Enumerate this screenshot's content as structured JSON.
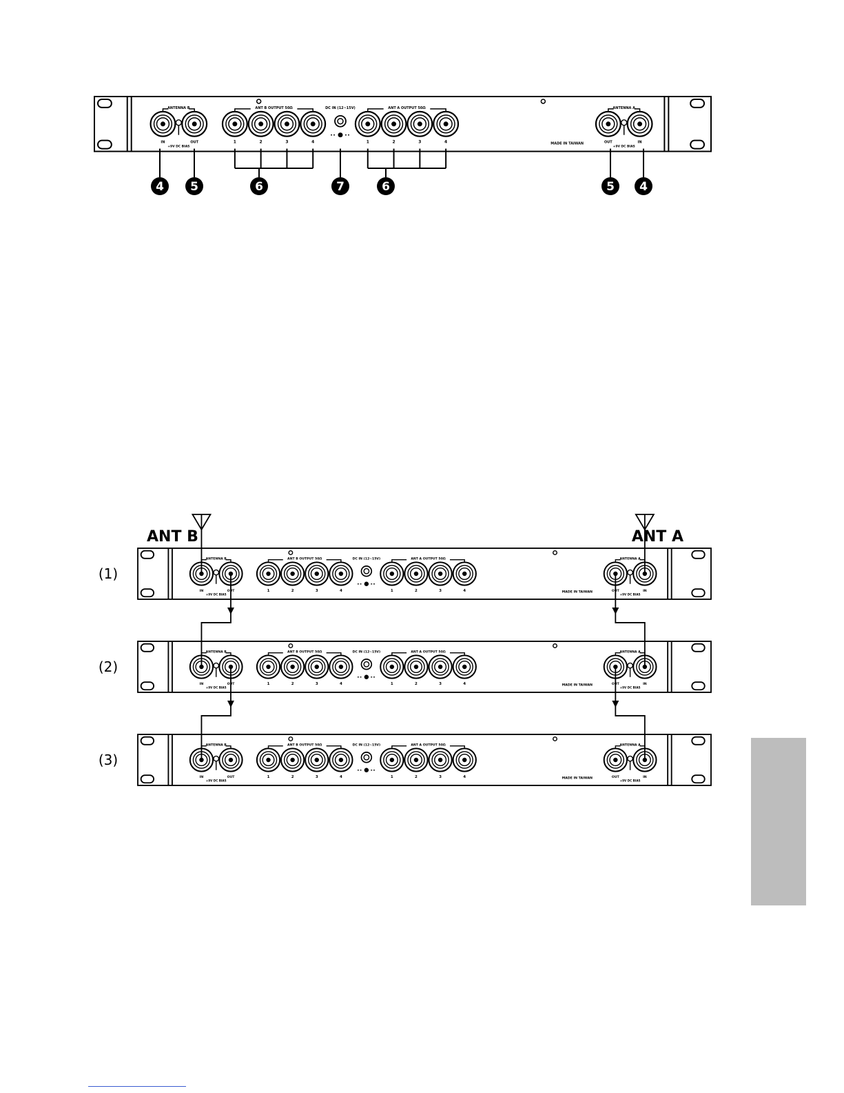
{
  "front_panel": {
    "antenna_b_label": "ANTENNA B",
    "antenna_a_label": "ANTENNA A",
    "ant_b_output_label": "ANT B OUTPUT 50Ω",
    "ant_a_output_label": "ANT A OUTPUT 50Ω",
    "dc_in_label": "DC IN (12~15V)",
    "in_label": "IN",
    "out_label": "OUT",
    "bias_label": "+9V DC BIAS",
    "made_in_label": "MADE IN TAIWAN",
    "port_numbers": [
      "1",
      "2",
      "3",
      "4"
    ]
  },
  "callouts": [
    "4",
    "5",
    "6",
    "7",
    "6",
    "5",
    "4"
  ],
  "cascade": {
    "ant_b_label": "ANT B",
    "ant_a_label": "ANT A",
    "unit_labels": [
      "(1)",
      "(2)",
      "(3)"
    ]
  },
  "colors": {
    "line": "#000000",
    "side_tab": "#bdbdbd",
    "footer_rule": "#3a5bd0"
  }
}
